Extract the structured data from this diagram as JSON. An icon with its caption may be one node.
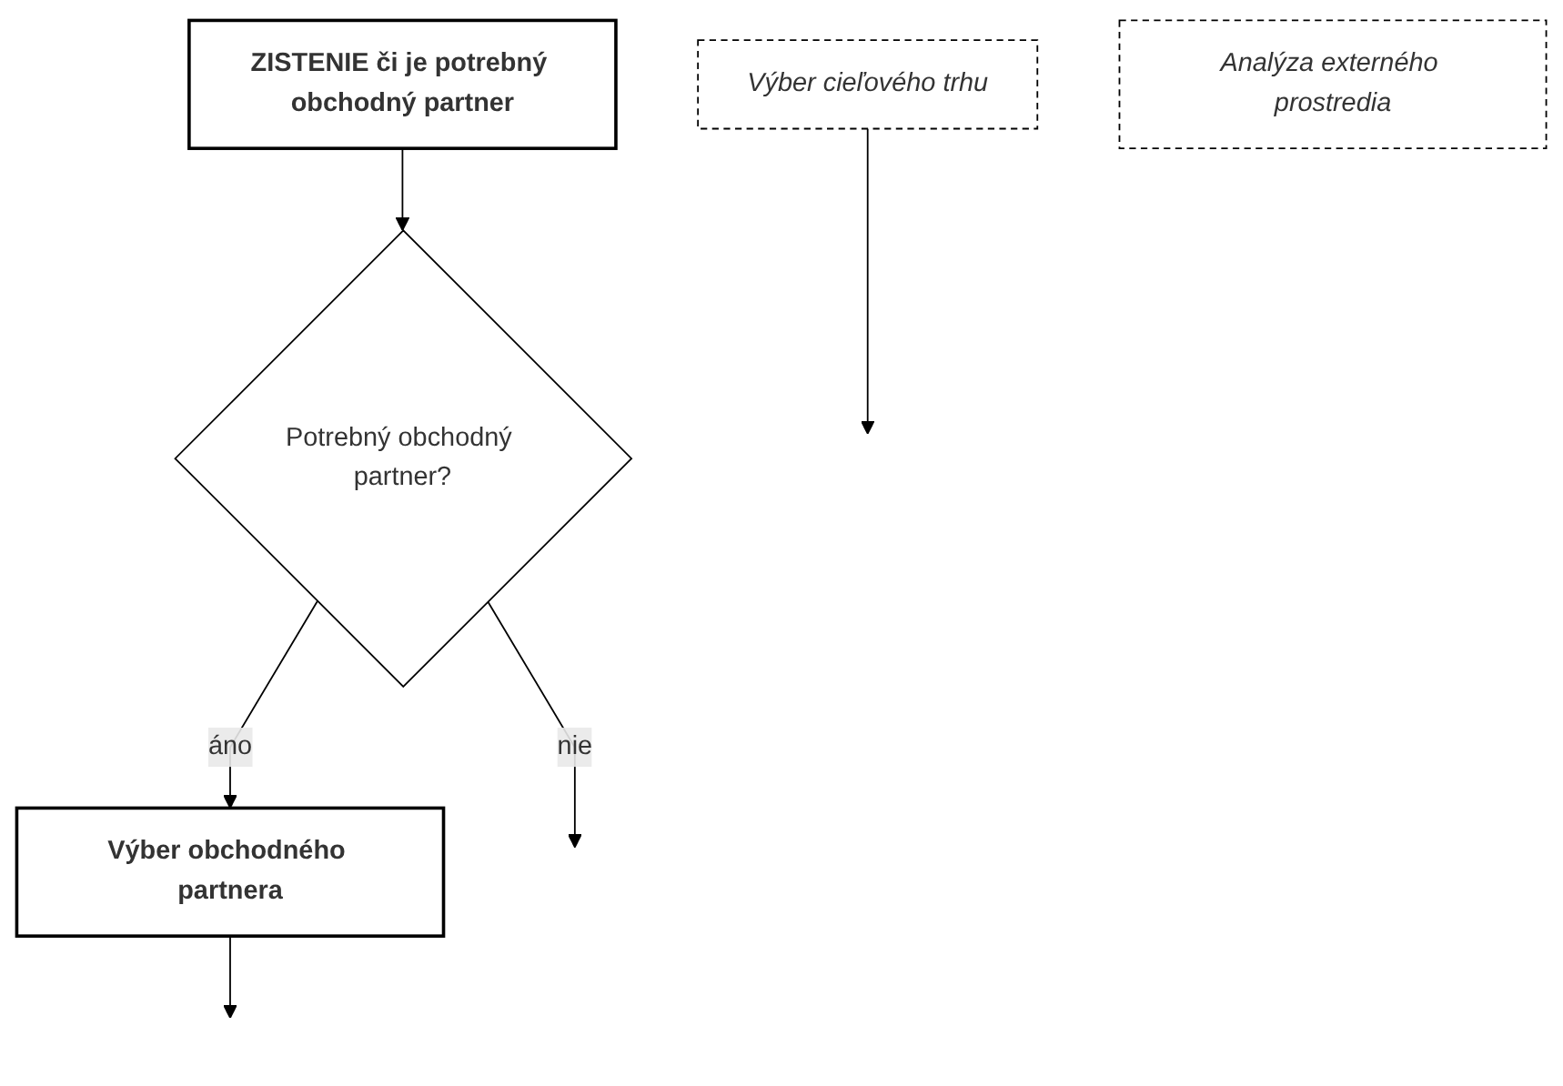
{
  "diagram": {
    "nodes": [
      {
        "text": [
          "Výber cieľového trhu"
        ]
      },
      {
        "text": [
          "ZISTENIE či je potrebný obchodný partner"
        ]
      },
      {
        "text": [
          "Potrebný obchodný partner?"
        ]
      },
      {
        "text": [
          "Výber obchodného partnera"
        ]
      },
      {
        "text": [
          "Analýza externého prostredia"
        ]
      }
    ],
    "edges": [
      {
        "from": 0,
        "to": null,
        "arrow": "to"
      },
      {
        "from": 1,
        "to": 2,
        "arrow": "to"
      },
      {
        "from": 2,
        "to": 3,
        "arrow": "to",
        "label": "áno"
      },
      {
        "from": 2,
        "to": null,
        "arrow": "to",
        "label": "nie"
      },
      {
        "from": 3,
        "to": null,
        "arrow": "to"
      }
    ]
  }
}
